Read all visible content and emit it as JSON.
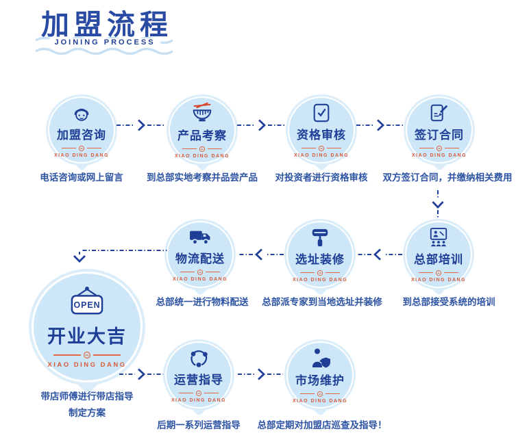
{
  "header": {
    "title": "加盟流程",
    "subtitle": "JOINING PROCESS"
  },
  "brand": "XIAO DING DANG",
  "steps": [
    {
      "title": "加盟咨询",
      "caption": "电话咨询或网上留言",
      "icon": "consultant-icon"
    },
    {
      "title": "产品考察",
      "caption": "到总部实地考察并品尝产品",
      "icon": "noodle-bowl-icon"
    },
    {
      "title": "资格审核",
      "caption": "对投资者进行资格审核",
      "icon": "document-check-icon"
    },
    {
      "title": "签订合同",
      "caption": "双方签订合同，并缴纳相关费用",
      "icon": "contract-pen-icon"
    },
    {
      "title": "总部培训",
      "caption": "到总部接受系统的培训",
      "icon": "training-presentation-icon"
    },
    {
      "title": "选址装修",
      "caption": "总部派专家到当地选址并装修",
      "icon": "paint-roller-icon"
    },
    {
      "title": "物流配送",
      "caption": "总部统一进行物料配送",
      "icon": "delivery-truck-icon"
    },
    {
      "title": "开业大吉",
      "caption_lines": [
        "带店师傅进行带店指导",
        "制定方案"
      ],
      "icon": "open-sign-icon",
      "sign_text": "OPEN"
    },
    {
      "title": "运营指导",
      "caption": "后期一系列运营指导",
      "icon": "network-nodes-icon"
    },
    {
      "title": "市场维护",
      "caption": "总部定期对加盟店巡查及指导！",
      "icon": "person-shield-icon"
    }
  ],
  "colors": {
    "navy": "#21409a",
    "caption_blue": "#2d53a3",
    "bubble_fill": "#cde7f8",
    "bubble_outer": "#dcedfa",
    "brand_orange": "#d85a38",
    "wave_blue": "#c8e0f3"
  }
}
